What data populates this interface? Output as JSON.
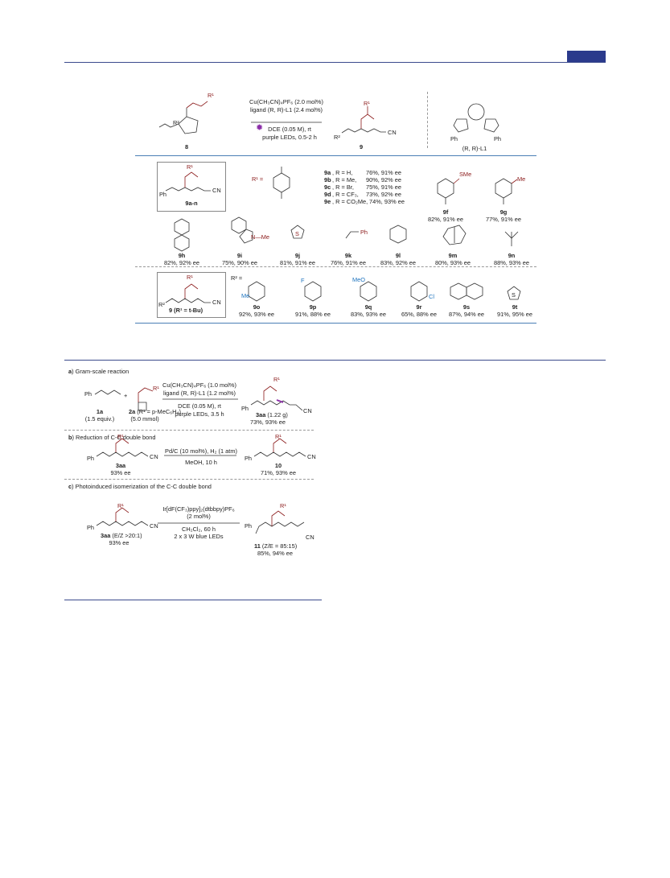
{
  "header": {
    "accent_color": "#2b3a8c"
  },
  "top_scheme": {
    "reactant": {
      "label": "8",
      "r2": "R²",
      "r1": "R¹"
    },
    "conditions": [
      "Cu(CH₃CN)₄PF₆ (2.0 mol%)",
      "ligand (R, R)-L1 (2.4 mol%)",
      "DCE (0.05 M), rt",
      "purple LEDs, 0.5-2 h"
    ],
    "product": {
      "label": "9",
      "r1": "R¹",
      "r2": "R²",
      "cn": "CN"
    },
    "ligand": {
      "label": "(R, R)-L1",
      "ph_left": "Ph",
      "ph_right": "Ph"
    }
  },
  "scope": {
    "general_a": {
      "label": "9a-n",
      "r1": "R¹",
      "ph": "Ph",
      "cn": "CN"
    },
    "r1_eq": "R¹ =",
    "aryl_entries": [
      {
        "id": "9a",
        "text": ", R = H,",
        "yield": "76%, 91% ee"
      },
      {
        "id": "9b",
        "text": ", R = Me,",
        "yield": "90%, 92% ee"
      },
      {
        "id": "9c",
        "text": ", R = Br,",
        "yield": "75%, 91% ee"
      },
      {
        "id": "9d",
        "text": ", R = CF₃,",
        "yield": "73%, 92% ee"
      },
      {
        "id": "9e",
        "text": ", R = CO₂Me,",
        "yield": "74%, 93% ee"
      }
    ],
    "row1_extra": [
      {
        "id": "9f",
        "yield": "82%, 91% ee",
        "sub": "SMe"
      },
      {
        "id": "9g",
        "yield": "77%, 91% ee",
        "sub": "Me"
      }
    ],
    "row2": [
      {
        "id": "9h",
        "yield": "82%, 92% ee"
      },
      {
        "id": "9i",
        "yield": "75%, 90% ee",
        "sub": "N—Me"
      },
      {
        "id": "9j",
        "yield": "81%, 91% ee",
        "sub": "S"
      },
      {
        "id": "9k",
        "yield": "76%, 91% ee",
        "sub": "Ph"
      },
      {
        "id": "9l",
        "yield": "83%, 92% ee"
      },
      {
        "id": "9m",
        "yield": "80%, 93% ee"
      },
      {
        "id": "9n",
        "yield": "88%, 93% ee"
      }
    ],
    "general_b": {
      "label": "9 (R¹ = t-Bu)",
      "r1": "R¹",
      "r2": "R²",
      "cn": "CN"
    },
    "r2_eq": "R² =",
    "row3": [
      {
        "id": "9o",
        "yield": "92%, 93% ee",
        "sub": "Me"
      },
      {
        "id": "9p",
        "yield": "91%, 88% ee",
        "sub": "F"
      },
      {
        "id": "9q",
        "yield": "83%, 93% ee",
        "sub": "MeO"
      },
      {
        "id": "9r",
        "yield": "65%, 88% ee",
        "sub": "Cl"
      },
      {
        "id": "9s",
        "yield": "87%, 94% ee"
      },
      {
        "id": "9t",
        "yield": "91%, 95% ee",
        "sub": "S"
      }
    ]
  },
  "panel_a": {
    "title_letter": "a",
    "title": ") Gram-scale reaction",
    "reactant1": {
      "ph": "Ph",
      "label": "1a",
      "note": "(1.5 equiv.)"
    },
    "plus": "+",
    "reactant2": {
      "label": "2a",
      "note": "(R¹ = p-MeC₆H₄)",
      "amount": "(5.0 mmol)",
      "r1": "R¹"
    },
    "conditions": [
      "Cu(CH₃CN)₄PF₆ (1.0 mol%)",
      "ligand (R, R)-L1 (1.2 mol%)",
      "DCE (0.05 M), rt",
      "purple LEDs, 3.5 h"
    ],
    "product": {
      "label": "3aa",
      "mass": " (1.22 g)",
      "yield": "73%, 93% ee",
      "ph": "Ph",
      "cn": "CN",
      "r1": "R¹"
    }
  },
  "panel_b": {
    "title_letter": "b",
    "title": ") Reduction of C-C double bond",
    "reactant": {
      "label": "3aa",
      "yield": "93% ee",
      "ph": "Ph",
      "cn": "CN",
      "r1": "R¹"
    },
    "conditions": [
      "Pd/C (10 mol%), H₂ (1 atm)",
      "MeOH, 10 h"
    ],
    "product": {
      "label": "10",
      "yield": "71%, 93% ee",
      "ph": "Ph",
      "cn": "CN",
      "r1": "R¹"
    }
  },
  "panel_c": {
    "title_letter": "c",
    "title": ") Photoinduced isomerization of the C-C double bond",
    "reactant": {
      "label": "3aa",
      "note": " (E/Z >20:1)",
      "yield": "93% ee",
      "ph": "Ph",
      "cn": "CN",
      "r1": "R¹"
    },
    "conditions": [
      "Ir[dF(CF₃)ppy]₂(dtbbpy)PF₆",
      "(2 mol%)",
      "CH₂Cl₂, 60 h",
      "2 x 3 W blue LEDs"
    ],
    "product": {
      "label": "11",
      "note": " (Z/E = 85:15)",
      "yield": "85%, 94% ee",
      "ph": "Ph",
      "cn": "CN",
      "r1": "R¹"
    }
  }
}
